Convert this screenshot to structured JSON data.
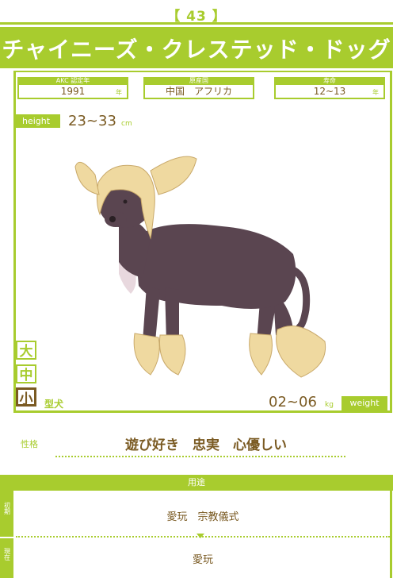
{
  "card": {
    "number": "【 43 】",
    "title": "チャイニーズ・クレステッド・ドッグ"
  },
  "info": {
    "akc_label": "AKC 認定年",
    "akc_year": "1991",
    "akc_unit": "年",
    "origin_label": "原産国",
    "origin_value": "中国　アフリカ",
    "lifespan_label": "寿命",
    "lifespan_value": "12~13",
    "lifespan_unit": "年"
  },
  "height": {
    "label": "height",
    "value": "23~33",
    "unit": "cm"
  },
  "size": {
    "large": "大",
    "medium": "中",
    "small": "小",
    "type_suffix": "型犬",
    "selected": "small"
  },
  "weight": {
    "value": "02~06",
    "unit": "kg",
    "label": "weight"
  },
  "personality": {
    "label": "性格",
    "value": "遊び好き　忠実　心優しい"
  },
  "usage": {
    "header": "用途",
    "initial_label": "初期",
    "initial_value": "愛玩　宗教儀式",
    "current_label": "現在",
    "current_value": "愛玩"
  },
  "colors": {
    "accent": "#a8cc2e",
    "text_brown": "#7a5a22",
    "dog_body": "#5a4550",
    "dog_hair": "#efd9a0"
  }
}
